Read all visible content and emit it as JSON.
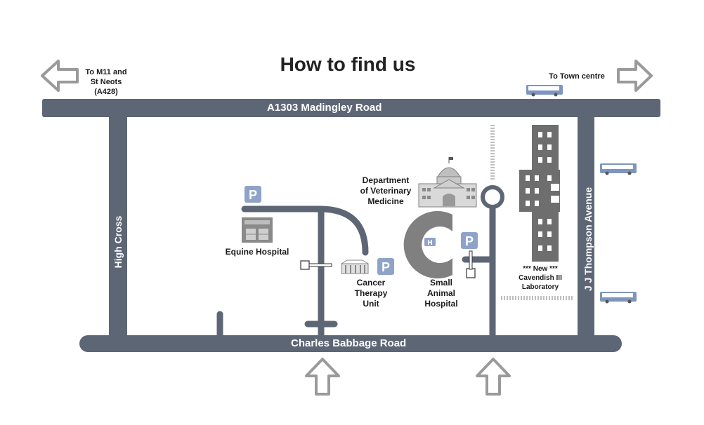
{
  "title": "How to find us",
  "roads": {
    "top": "A1303 Madingley Road",
    "bottom": "Charles Babbage Road",
    "left": "High Cross",
    "right": "J J Thompson Avenue"
  },
  "directions": {
    "left_top": "To M11 and",
    "left_mid": "St Neots",
    "left_bottom": "(A428)",
    "right": "To Town centre"
  },
  "places": {
    "vet_1": "Department",
    "vet_2": "of Veterinary",
    "vet_3": "Medicine",
    "equine": "Equine Hospital",
    "cancer_1": "Cancer",
    "cancer_2": "Therapy",
    "cancer_3": "Unit",
    "small_1": "Small",
    "small_2": "Animal",
    "small_3": "Hospital",
    "cav_1": "*** New ***",
    "cav_2": "Cavendish III",
    "cav_3": "Laboratory"
  },
  "parking_symbol": "P",
  "hospital_symbol": "H",
  "colors": {
    "road": "#5d6675",
    "arrow": "#9a9a9a",
    "building": "#7f7f7f",
    "bus": "#7e96bf",
    "parking": "#8fa3c8"
  },
  "icons": [
    "arrow-left-icon",
    "arrow-right-icon",
    "arrow-up-icon",
    "bus-icon",
    "parking-icon",
    "hospital-icon",
    "building-icon"
  ]
}
